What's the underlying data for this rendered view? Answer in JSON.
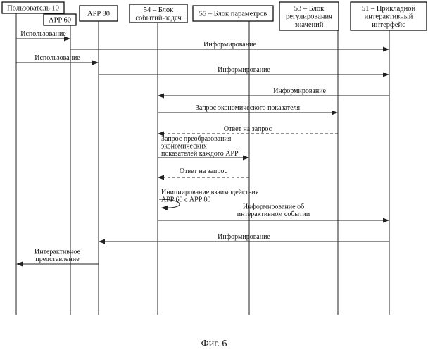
{
  "participants": [
    {
      "id": "user",
      "label": [
        "Пользователь 10"
      ]
    },
    {
      "id": "app60",
      "label": [
        "APP 60"
      ]
    },
    {
      "id": "app80",
      "label": [
        "APP 80"
      ]
    },
    {
      "id": "block54",
      "label": [
        "54 – Блок",
        "событий-задач"
      ]
    },
    {
      "id": "block55",
      "label": [
        "55 – Блок параметров"
      ]
    },
    {
      "id": "block53",
      "label": [
        "53 – Блок",
        "регулирования",
        "значений"
      ]
    },
    {
      "id": "block51",
      "label": [
        "51 – Прикладной",
        "интерактивный",
        "интерфейс"
      ]
    }
  ],
  "messages": [
    {
      "from": "user",
      "to": "app60",
      "label": [
        "Использование"
      ],
      "style": "solid"
    },
    {
      "from": "app60",
      "to": "block51",
      "label": [
        "Информирование"
      ],
      "style": "solid"
    },
    {
      "from": "user",
      "to": "app80",
      "label": [
        "Использование"
      ],
      "style": "solid"
    },
    {
      "from": "app80",
      "to": "block51",
      "label": [
        "Информирование"
      ],
      "style": "solid"
    },
    {
      "from": "block51",
      "to": "block54",
      "label": [
        "Информирование"
      ],
      "style": "solid"
    },
    {
      "from": "block54",
      "to": "block53",
      "label": [
        "Запрос экономического показателя"
      ],
      "style": "solid"
    },
    {
      "from": "block53",
      "to": "block54",
      "label": [
        "Ответ на запрос"
      ],
      "style": "dashed"
    },
    {
      "from": "block54",
      "to": "block55",
      "label": [
        "Запрос преобразования",
        "экономических",
        "показателей каждого APP"
      ],
      "style": "solid"
    },
    {
      "from": "block55",
      "to": "block54",
      "label": [
        "Ответ на запрос"
      ],
      "style": "dashed"
    },
    {
      "from": "block54",
      "to": "block54",
      "label": [
        "Инициирование взаимодействия",
        "APP 60 с APP 80"
      ],
      "style": "self"
    },
    {
      "from": "block54",
      "to": "block51",
      "label": [
        "Информирование об",
        "интерактивном событии"
      ],
      "style": "solid"
    },
    {
      "from": "block51",
      "to": "app80",
      "label": [
        "Информирование"
      ],
      "style": "solid"
    },
    {
      "from": "app80",
      "to": "user",
      "label": [
        "Интерактивное",
        "представление"
      ],
      "style": "solid"
    }
  ],
  "caption": "Фиг. 6"
}
